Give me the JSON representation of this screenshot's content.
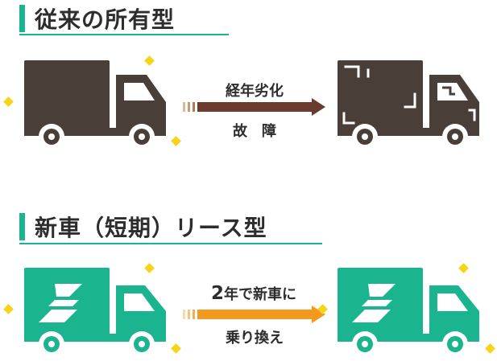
{
  "sections": {
    "owned": {
      "title": "従来の所有型",
      "label_top": "経年劣化",
      "label_bottom": "故　障"
    },
    "lease": {
      "title": "新車（短期）リース型",
      "label_top_num": "2",
      "label_top_text": "年で新車に",
      "label_bottom": "乗り換え"
    }
  },
  "colors": {
    "accent_teal": "#1ab48e",
    "truck_dark": "#4a3f38",
    "arrow_brown": "#6b3b2e",
    "arrow_orange": "#f39a1e",
    "sparkle_yellow": "#f7d417",
    "truck_green": "#1ab48e",
    "wheel_gray": "#e6e6e6"
  },
  "icons": [
    "truck-dark-icon",
    "worn-truck-icon",
    "green-truck-icon",
    "logo-s-icon",
    "sparkle-icon",
    "arrow-right-icon"
  ]
}
